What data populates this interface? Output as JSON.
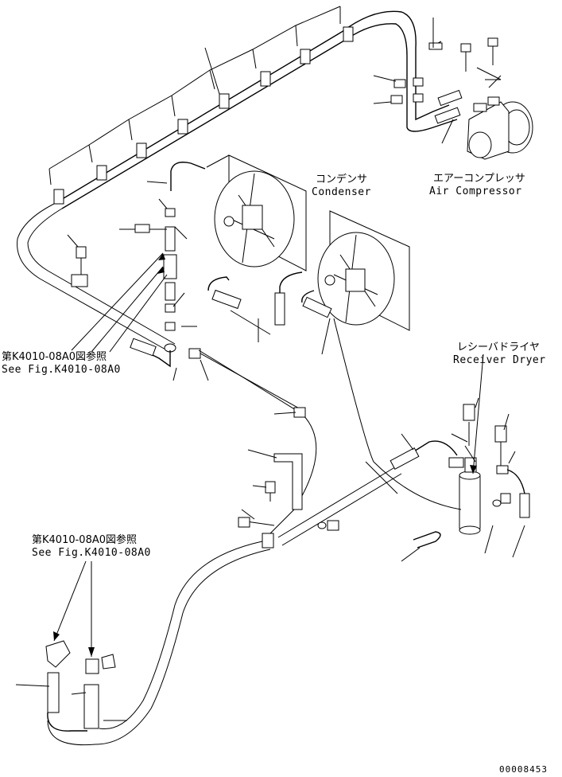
{
  "labels": {
    "condenser_jp": "コンデンサ",
    "condenser_en": "Condenser",
    "compressor_jp": "エアーコンプレッサ",
    "compressor_en": "Air Compressor",
    "receiver_jp": "レシーバドライヤ",
    "receiver_en": "Receiver Dryer",
    "ref_upper_jp": "第K4010-08A0図参照",
    "ref_upper_en": "See Fig.K4010-08A0",
    "ref_lower_jp": "第K4010-08A0図参照",
    "ref_lower_en": "See Fig.K4010-08A0"
  },
  "figure_number": "00008453"
}
